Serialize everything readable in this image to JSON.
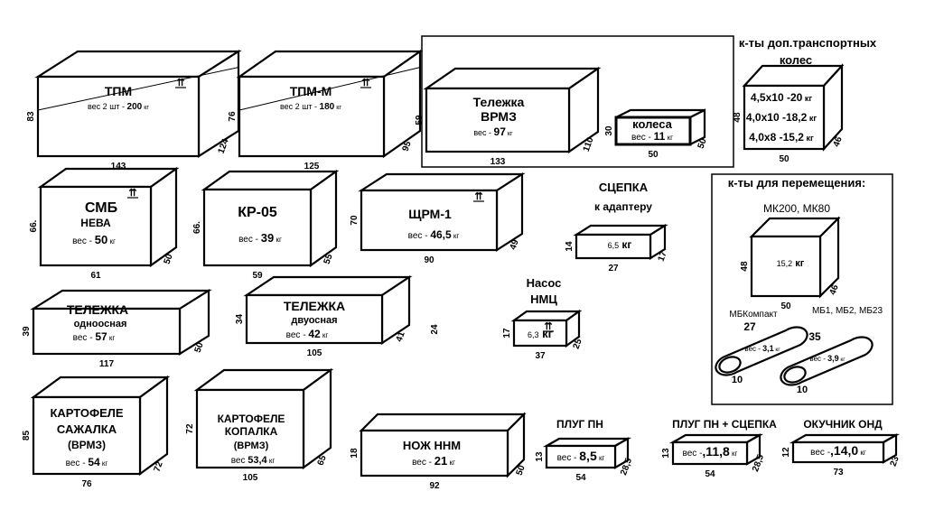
{
  "boxes": [
    {
      "id": "tpm",
      "title": [
        "ТПМ"
      ],
      "weight": [
        "вес 2 шт - ",
        "200",
        " кг"
      ],
      "dims": [
        "83",
        "124",
        "143"
      ],
      "arrow": true
    },
    {
      "id": "tpm-m",
      "title": [
        "ТПМ-М"
      ],
      "weight": [
        "вес 2 шт - ",
        "180",
        " кг"
      ],
      "dims": [
        "76",
        "95",
        "125"
      ],
      "arrow": true
    },
    {
      "id": "telezhka-vrmz",
      "title": [
        "Тележка",
        "ВРМЗ"
      ],
      "weight": [
        "вес - ",
        "97",
        " кг"
      ],
      "dims": [
        "59",
        "110",
        "133"
      ]
    },
    {
      "id": "kolesa",
      "title": [
        "колеса"
      ],
      "weight": [
        "вес - ",
        "11",
        " кг"
      ],
      "dims": [
        "30",
        "50",
        "50"
      ]
    },
    {
      "id": "kt-wheels",
      "lines": [
        "4,5х10 -20",
        "4,0х10 -18,2",
        "4,0х8 -15,2"
      ],
      "unit": "кг",
      "dims": [
        "48",
        "46",
        "50"
      ]
    },
    {
      "id": "smb",
      "title": [
        "СМБ",
        "НЕВА"
      ],
      "weight": [
        "вес - ",
        "50",
        " кг"
      ],
      "dims": [
        "66.",
        "50",
        "61"
      ],
      "arrow": true
    },
    {
      "id": "kr05",
      "title": [
        "КР-05"
      ],
      "weight": [
        "вес - ",
        "39",
        " кг"
      ],
      "dims": [
        "66.",
        "55",
        "59"
      ]
    },
    {
      "id": "shchrm1",
      "title": [
        "ЩРМ-1"
      ],
      "weight": [
        "вес - ",
        "46,5",
        " кг"
      ],
      "dims": [
        "70",
        "49",
        "90"
      ],
      "arrow": true
    },
    {
      "id": "scepka",
      "weight": [
        "6,5",
        " кг"
      ],
      "dims": [
        "14",
        "17",
        "27"
      ]
    },
    {
      "id": "mk200",
      "weight": [
        "15,2",
        " кг"
      ],
      "dims": [
        "48",
        "46",
        "50"
      ]
    },
    {
      "id": "telezhka-1",
      "title": [
        "ТЕЛЕЖКА",
        "одноосная"
      ],
      "weight": [
        "вес - ",
        "57",
        " кг"
      ],
      "dims": [
        "39",
        "50",
        "117"
      ]
    },
    {
      "id": "telezhka-2",
      "title": [
        "ТЕЛЕЖКА",
        "двуосная"
      ],
      "weight": [
        "вес - ",
        "42",
        " кг"
      ],
      "dims": [
        "34",
        "41",
        "105"
      ]
    },
    {
      "id": "nasos",
      "weight": [
        "6,3",
        " кг"
      ],
      "dims": [
        "17",
        "25",
        "37"
      ],
      "arrow": true
    },
    {
      "id": "sazhalka",
      "title": [
        "КАРТОФЕЛЕ",
        "САЖАЛКА",
        "(ВРМЗ)"
      ],
      "weight": [
        "вес - ",
        "54",
        " кг"
      ],
      "dims": [
        "85",
        "72",
        "76"
      ]
    },
    {
      "id": "kopalka",
      "title": [
        "КАРТОФЕЛЕ",
        "КОПАЛКА",
        "(ВРМЗ)"
      ],
      "weight": [
        "вес ",
        "53,4",
        "  кг"
      ],
      "dims": [
        "72",
        "65",
        "105"
      ]
    },
    {
      "id": "nozh",
      "title": [
        "НОЖ  ННМ"
      ],
      "weight": [
        "вес - ",
        "21",
        " кг"
      ],
      "dims": [
        "18",
        "50",
        "92"
      ]
    },
    {
      "id": "plug",
      "weight": [
        "вес - ",
        "8,5",
        " кг"
      ],
      "dims": [
        "13",
        "28,5",
        "54"
      ]
    },
    {
      "id": "plug-scepka",
      "weight": [
        "вес -",
        ",11,8",
        " кг"
      ],
      "dims": [
        "13",
        "28,5",
        "54"
      ]
    },
    {
      "id": "okuchnik",
      "weight": [
        "вес -",
        ",14,0",
        " кг"
      ],
      "dims": [
        "12",
        "23",
        "73"
      ]
    }
  ],
  "labels": {
    "kt_wheels_title": [
      "к-ты доп.транспортных",
      "колес"
    ],
    "scepka_title": [
      "СЦЕПКА",
      "к адаптеру"
    ],
    "nasos_title": [
      "Насос",
      "НМЦ"
    ],
    "plug_title": "ПЛУГ ПН",
    "plug_scepka_title": "ПЛУГ ПН + СЦЕПКА",
    "okuchnik_title": "ОКУЧНИК ОНД",
    "kt_move_title": "к-ты для перемещения:",
    "mk_title": "МК200, МК80",
    "mbkompakt": "МБКомпакт",
    "mb123": "МБ1, МБ2, МБ23",
    "stray_24": "24"
  },
  "rollers": [
    {
      "id": "mbkompakt",
      "weight": [
        "вес - ",
        "3,1",
        " кг"
      ],
      "top": "27",
      "bottom": "10"
    },
    {
      "id": "mb123",
      "weight": [
        "вес - ",
        "3,9",
        " кг"
      ],
      "top": "35",
      "bottom": "10"
    }
  ]
}
